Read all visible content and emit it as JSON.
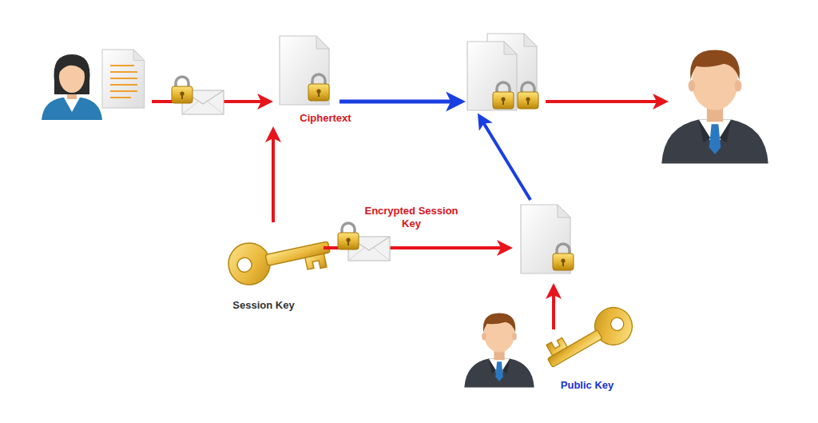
{
  "diagram": {
    "nodes": [
      {
        "text": [
          "Ciphertext"
        ]
      },
      {
        "text": [
          "Session Key"
        ]
      },
      {
        "text": [
          "Public Key"
        ]
      }
    ],
    "edges": [
      {
        "from": 1,
        "to": 0,
        "arrow": "to"
      }
    ],
    "labels": [
      "Encrypted Session Key"
    ]
  }
}
